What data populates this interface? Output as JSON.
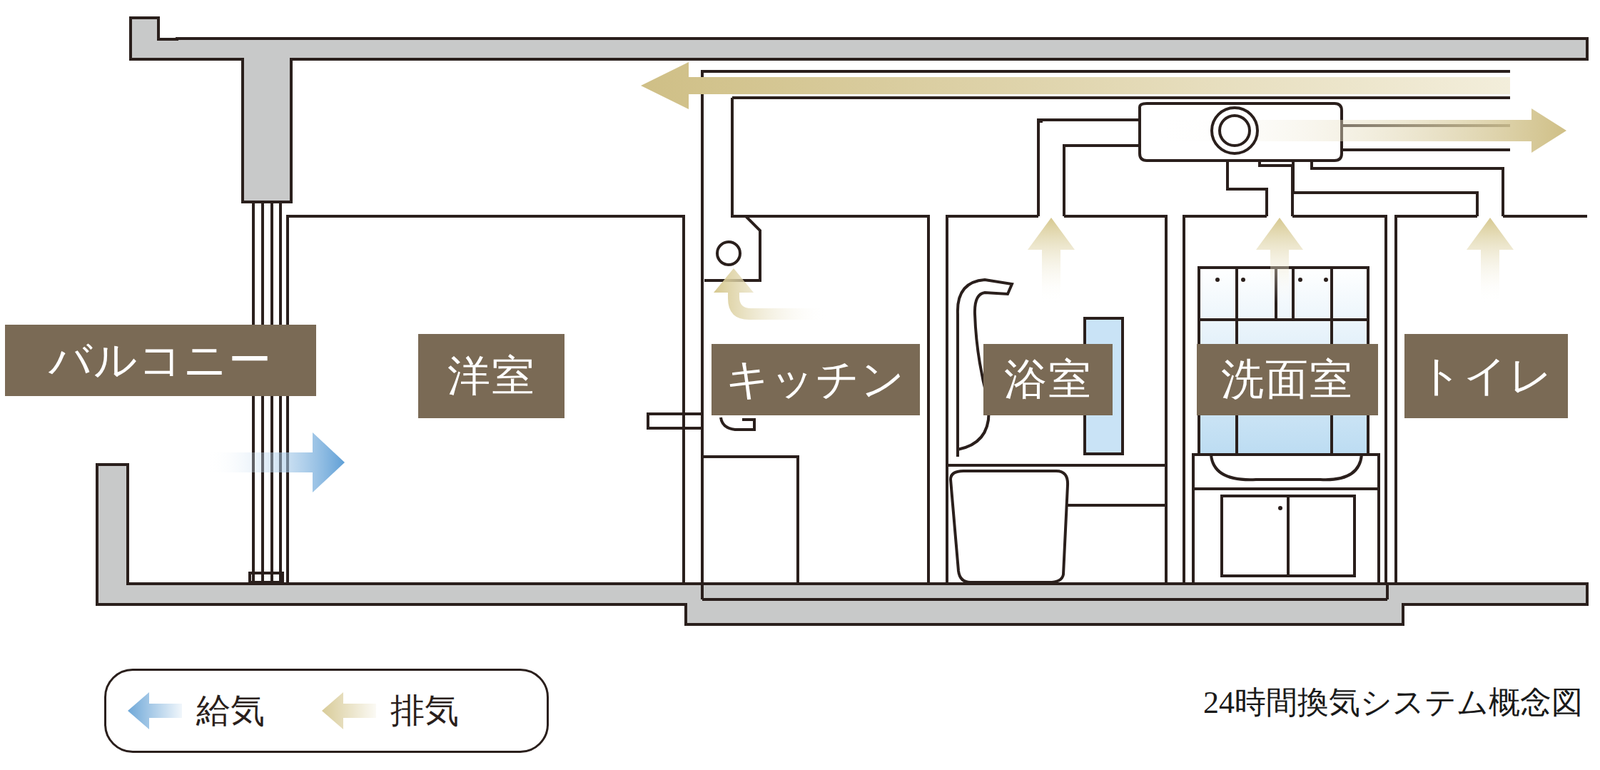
{
  "diagram": {
    "caption": "24時間換気システム概念図",
    "nodes": [
      {
        "text": [
          "バルコニー"
        ]
      },
      {
        "text": [
          "洋室"
        ]
      },
      {
        "text": [
          "キッチン"
        ]
      },
      {
        "text": [
          "浴室"
        ]
      },
      {
        "text": [
          "洗面室"
        ]
      },
      {
        "text": [
          "トイレ"
        ]
      }
    ],
    "legend": [
      {
        "text": "給気",
        "color": "#6fa8d8"
      },
      {
        "text": "排気",
        "color": "#d8cb98"
      }
    ]
  }
}
